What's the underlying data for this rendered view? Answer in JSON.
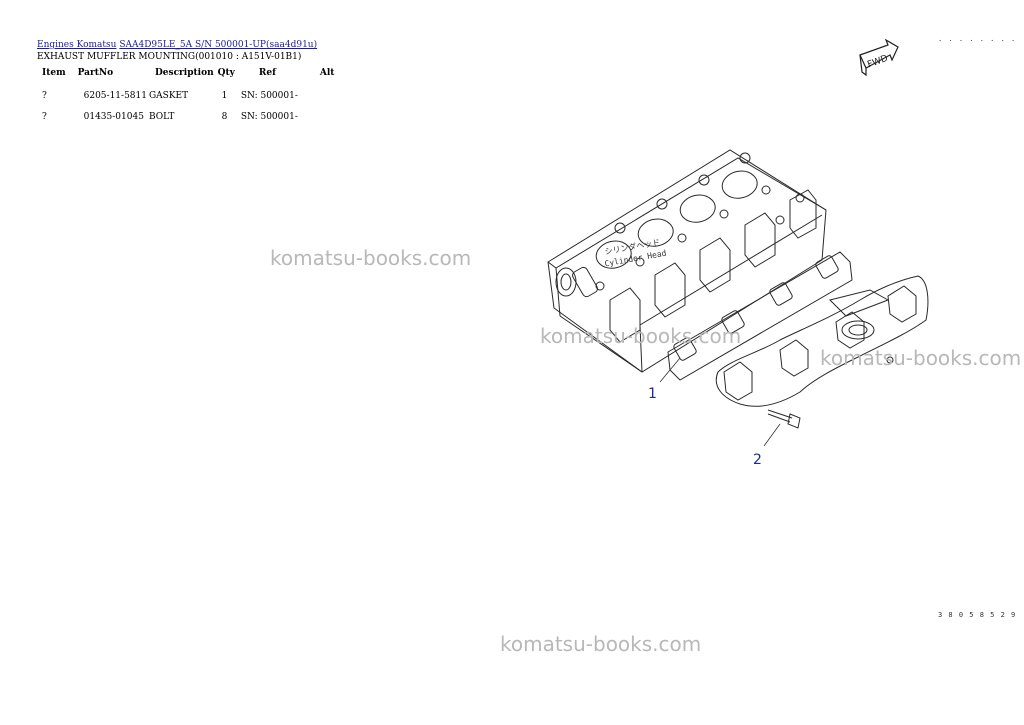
{
  "breadcrumb": {
    "link1": "Engines Komatsu",
    "link2": "SAA4D95LE_5A S/N 500001-UP(saa4d91u)"
  },
  "page_title": "EXHAUST MUFFLER MOUNTING(001010 : A151V-01B1)",
  "table": {
    "headers": [
      "Item",
      "PartNo",
      "Description",
      "Qty",
      "Ref",
      "Alt"
    ],
    "rows": [
      {
        "item": "?",
        "part_no": "6205-11-5811",
        "description": "GASKET",
        "qty": "1",
        "ref": "SN: 500001-",
        "alt": ""
      },
      {
        "item": "?",
        "part_no": "01435-01045",
        "description": "BOLT",
        "qty": "8",
        "ref": "SN: 500001-",
        "alt": ""
      }
    ]
  },
  "diagram": {
    "fwd_label": "FWD",
    "head_label_jp": "シリンダヘッド",
    "head_label": "Cylinder Head",
    "callouts": [
      "1",
      "2"
    ],
    "corner_dots": ". . . . . . . .",
    "drawing_code": "3 8 0 5 8 5 2 9",
    "callout_color": "#1a2a9a"
  },
  "watermarks": [
    "komatsu-books.com",
    "komatsu-books.com",
    "komatsu-books.com",
    "komatsu-books.com"
  ]
}
